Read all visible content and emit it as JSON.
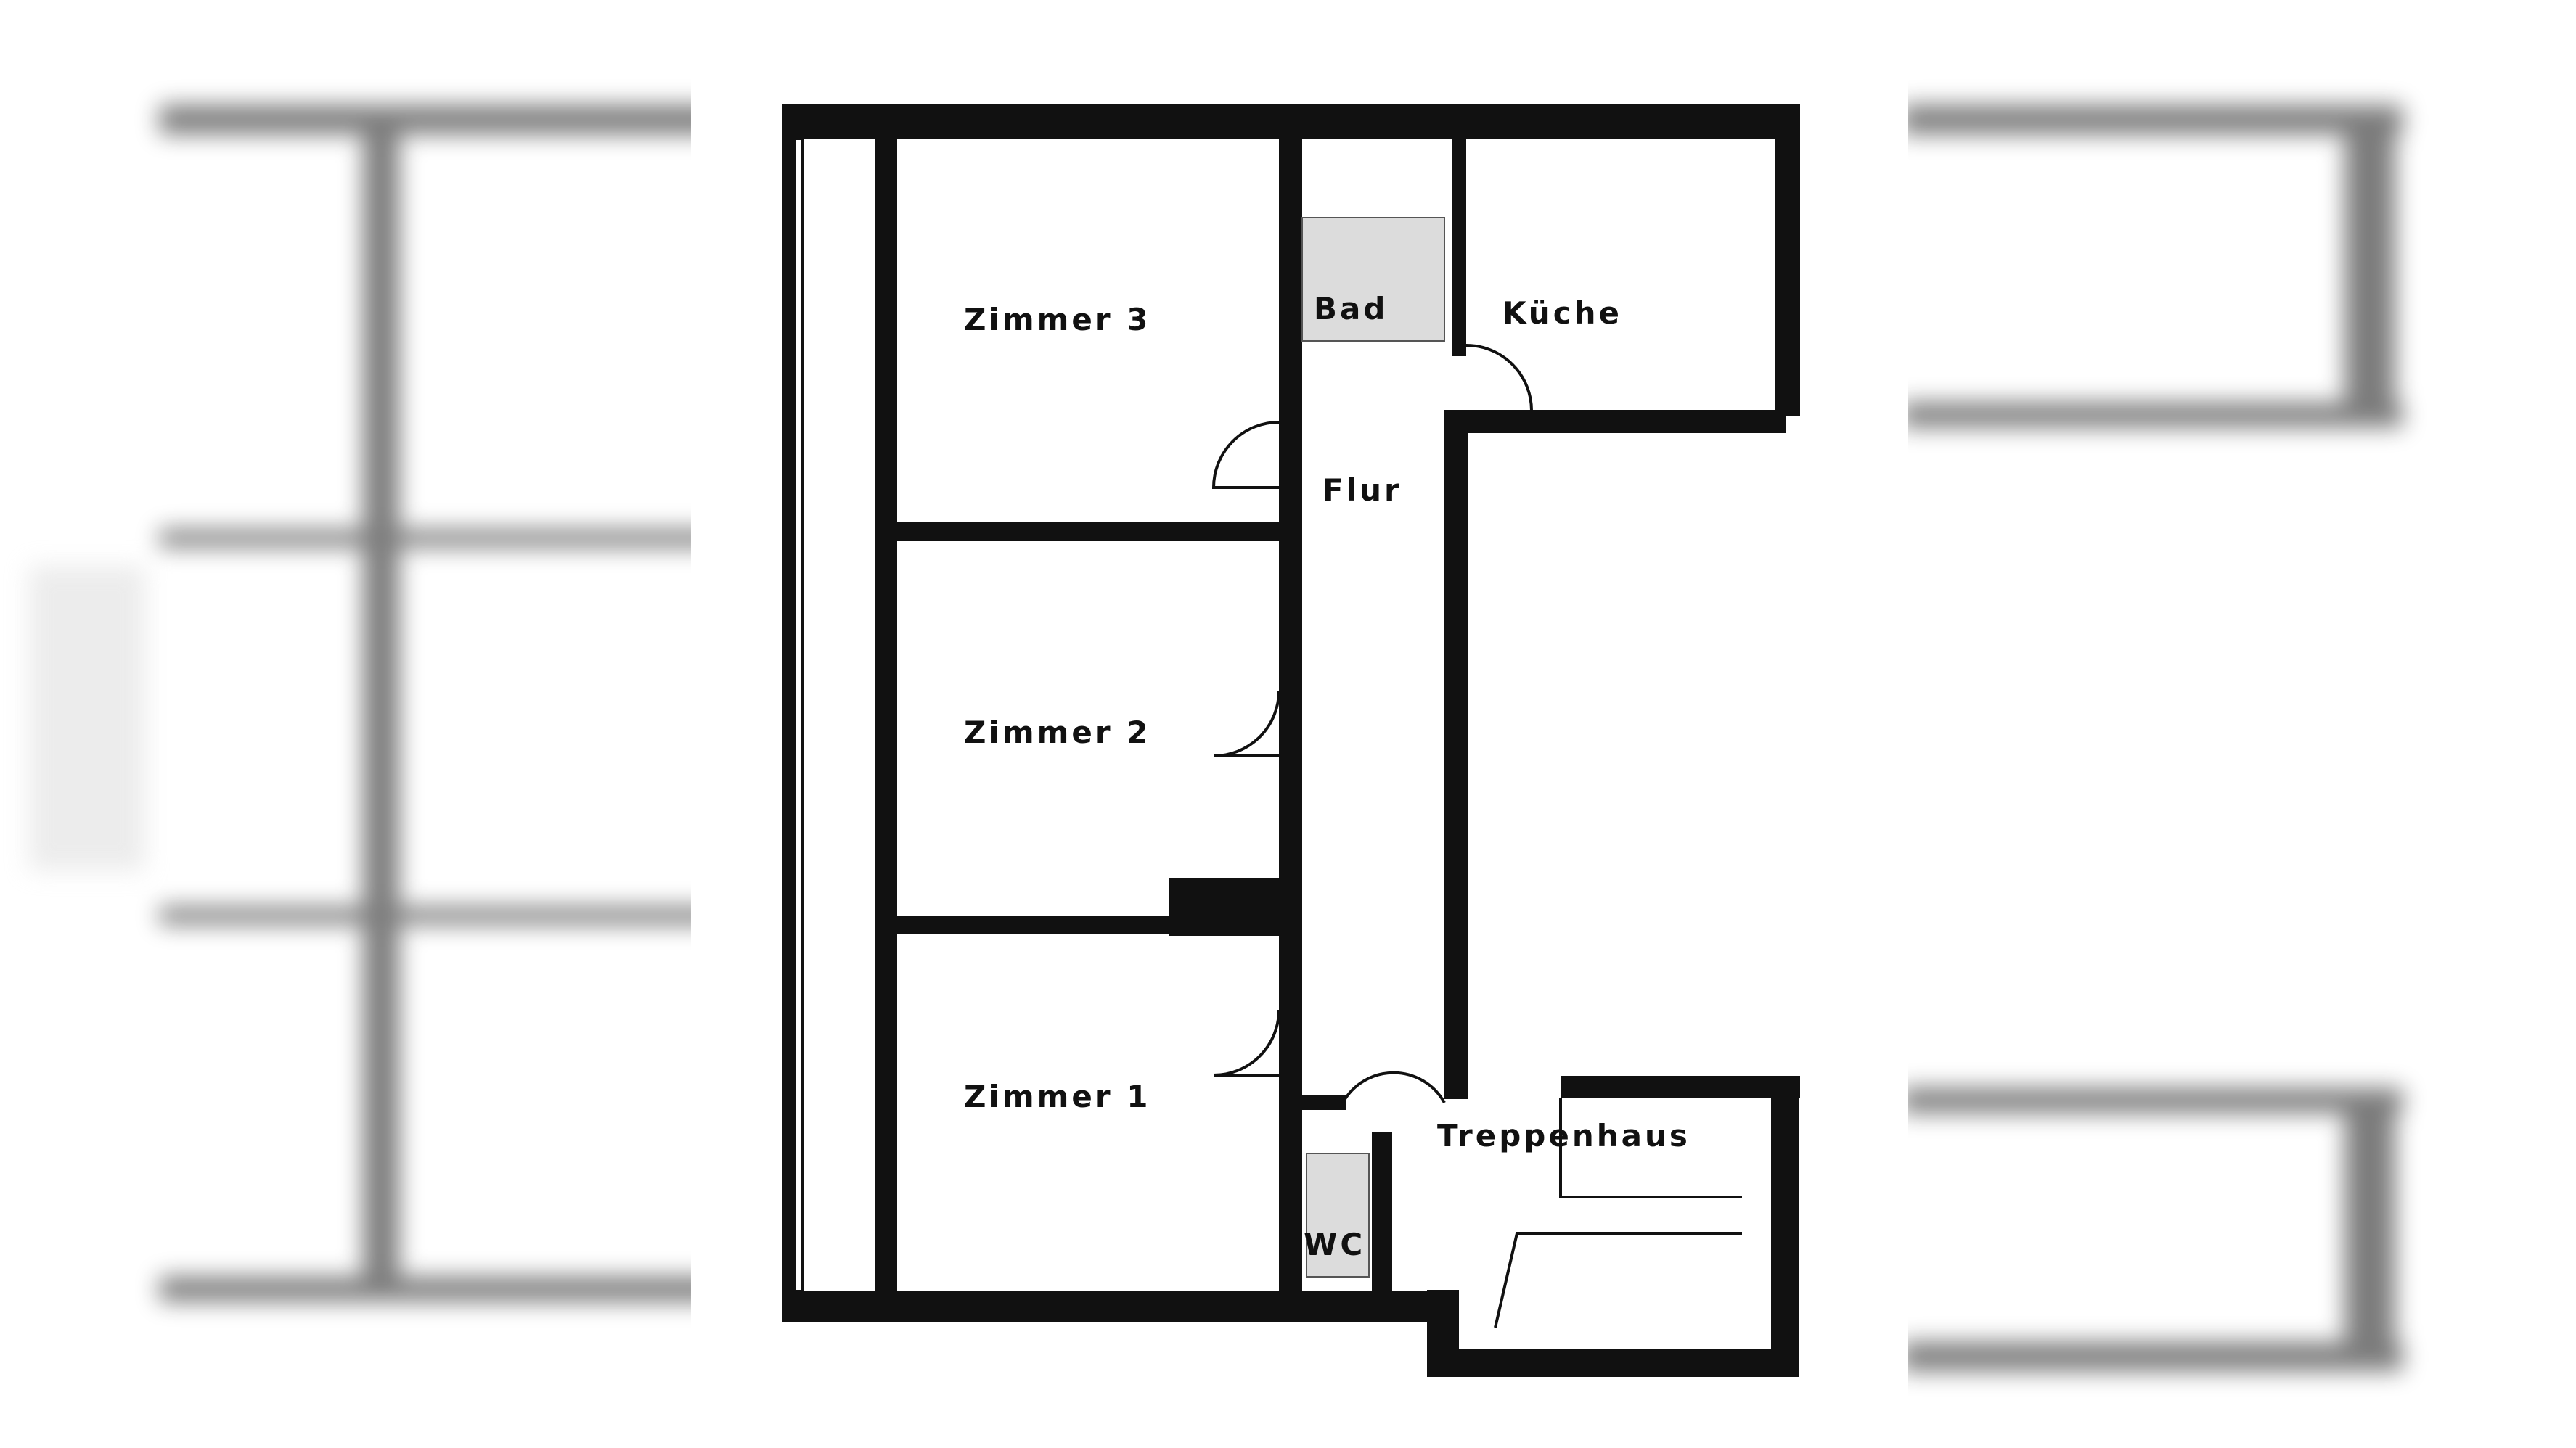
{
  "plan": {
    "rooms": {
      "zimmer3": "Zimmer 3",
      "bad": "Bad",
      "kueche": "Küche",
      "flur": "Flur",
      "zimmer2": "Zimmer 2",
      "zimmer1": "Zimmer 1",
      "treppenhaus": "Treppenhaus",
      "wc": "WC"
    },
    "colors": {
      "wall": "#111111",
      "paper": "#ffffff",
      "tile": "#cfcfcf"
    }
  }
}
